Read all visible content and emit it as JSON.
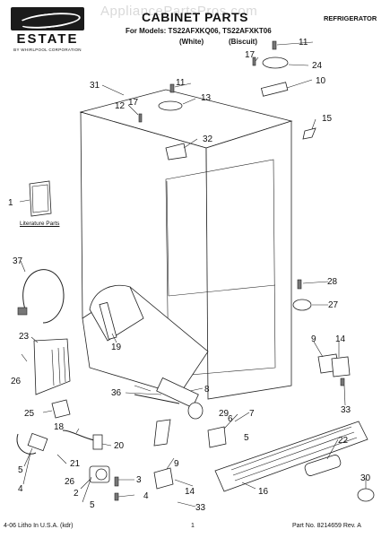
{
  "watermark": "AppliancePartsPros.com",
  "brand": {
    "name": "ESTATE",
    "subtitle": "BY WHIRLPOOL CORPORATION"
  },
  "title": "CABINET PARTS",
  "category": "REFRIGERATOR",
  "models_line": "For Models: TS22AFXKQ06, TS22AFXKT06",
  "colors": [
    "(White)",
    "(Biscuit)"
  ],
  "literature_label": "Literature Parts",
  "callouts": [
    "1",
    "2",
    "3",
    "4",
    "5",
    "6",
    "7",
    "8",
    "9",
    "10",
    "11",
    "12",
    "13",
    "14",
    "15",
    "16",
    "17",
    "18",
    "19",
    "20",
    "21",
    "22",
    "23",
    "24",
    "25",
    "26",
    "27",
    "28",
    "29",
    "30",
    "31",
    "32",
    "33",
    "36",
    "37"
  ],
  "footer": {
    "left": "4-06 Litho In U.S.A. (kdr)",
    "page": "1",
    "right": "Part No. 8214659 Rev. A"
  }
}
